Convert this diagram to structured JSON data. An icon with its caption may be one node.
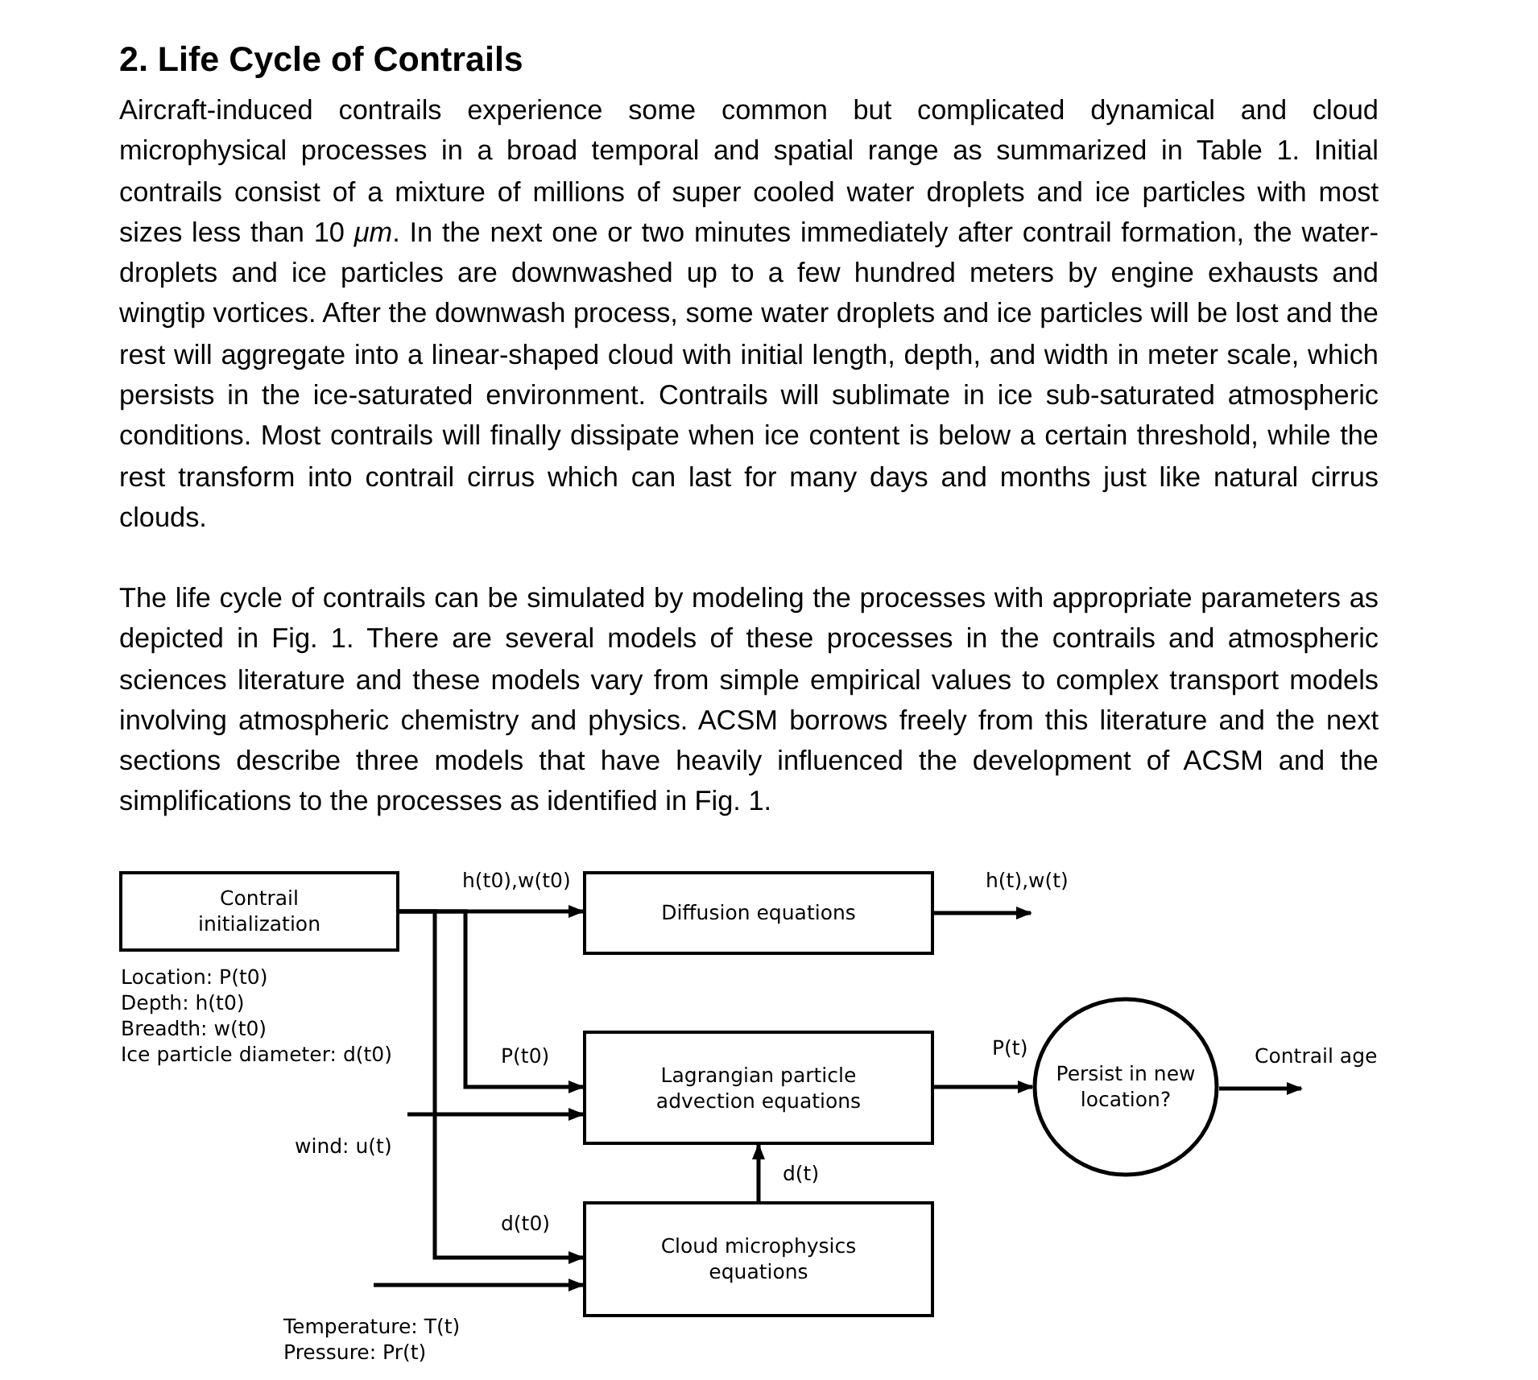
{
  "diagram": {
    "title": "2. Life Cycle of Contrails",
    "nodes": [
      {
        "text": [
          "Contrail initialization"
        ],
        "beside": [
          "Location: P(t0)",
          "Depth: h(t0)",
          "Breadth: w(t0)",
          "Ice particle diameter: d(t0)"
        ]
      },
      {
        "text": [
          "Diffusion equations"
        ]
      },
      {
        "text": [
          "Lagrangian particle advection equations"
        ]
      },
      {
        "text": [
          "Cloud microphysics equations"
        ]
      },
      {
        "text": [
          "Persist in new location?"
        ]
      },
      {
        "text": [
          "wind: u(t)"
        ]
      },
      {
        "text": [
          "Temperature: T(t)",
          "Pressure: Pr(t)"
        ]
      }
    ],
    "edges": [
      {
        "from": 0,
        "to": 1,
        "arrow": "to",
        "label": "h(t0),w(t0)"
      },
      {
        "from": 0,
        "to": 2,
        "arrow": "to",
        "label": "P(t0)"
      },
      {
        "from": 0,
        "to": 3,
        "arrow": "to",
        "label": "d(t0)"
      },
      {
        "from": 5,
        "to": 2,
        "arrow": "to"
      },
      {
        "from": 6,
        "to": 3,
        "arrow": "to"
      },
      {
        "from": 1,
        "to": null,
        "arrow": "to",
        "label": "h(t),w(t)"
      },
      {
        "from": 2,
        "to": 4,
        "arrow": "to",
        "label": "P(t)"
      },
      {
        "from": 3,
        "to": 2,
        "arrow": "to",
        "label": "d(t)"
      },
      {
        "from": 4,
        "to": null,
        "arrow": "to",
        "label": "Contrail age"
      }
    ],
    "labels": [
      "Aircraft-induced contrails experience some common but complicated dynamical and cloud microphysical processes in a broad temporal and spatial range as summarized in Table 1. Initial contrails consist of a mixture of millions of super cooled water droplets and ice particles with most sizes less than 10 *μm*. In the next one or two minutes immediately after contrail formation, the water-droplets and ice particles are downwashed up to a few hundred meters by engine exhausts and wingtip vortices. After the downwash process, some water droplets and ice particles will be lost and the rest will aggregate into a linear-shaped cloud with initial length, depth, and width in meter scale, which persists in the ice-saturated environment. Contrails will sublimate in ice sub-saturated atmospheric conditions. Most contrails will finally dissipate when ice content is below a certain threshold, while the rest transform into contrail cirrus which can last for many days and months just like natural cirrus clouds.",
      "The life cycle of contrails can be simulated by modeling the processes with appropriate parameters as depicted in Fig. 1. There are several models of these processes in the contrails and atmospheric sciences literature and these models vary from simple empirical values to complex transport models involving atmospheric chemistry and physics. ACSM borrows freely from this literature and the next sections describe three models that have heavily influenced the development of ACSM and the simplifications to the processes as identified in Fig. 1."
    ]
  }
}
